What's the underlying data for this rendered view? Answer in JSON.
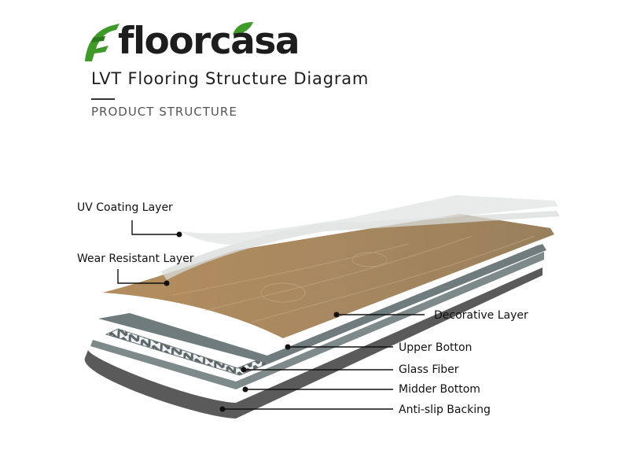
{
  "brand": {
    "name": "floorcasa",
    "accent": "#3f9a2a"
  },
  "header": {
    "title": "LVT Flooring Structure Diagram",
    "subtitle": "PRODUCT STRUCTURE"
  },
  "layers": {
    "uv_coating": "UV Coating Layer",
    "wear_resistant": "Wear Resistant Layer",
    "decorative": "Decorative Layer",
    "upper_bottom": "Upper Botton",
    "glass_fiber": "Glass Fiber",
    "midder_bottom": "Midder Bottom",
    "anti_slip": "Anti-slip Backing"
  },
  "colors": {
    "wood": "#a98a5f",
    "upper": "#6f7b7c",
    "glass_fiber": "#e9ecec",
    "midder": "#7e898a",
    "backing": "#5a5a5a"
  }
}
